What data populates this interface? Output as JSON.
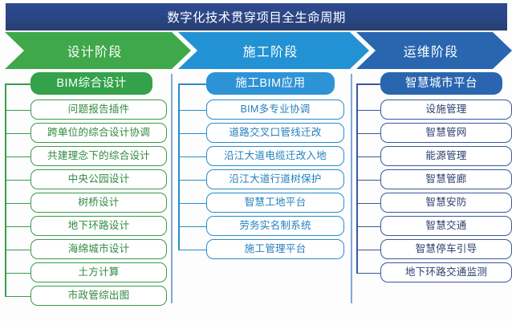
{
  "header": {
    "title": "数字化技术贯穿项目全生命周期",
    "bg_color": "#2b4585",
    "text_color": "#ffffff"
  },
  "phases": [
    {
      "name": "phase-design",
      "label": "设计阶段",
      "color": "#3fa84a"
    },
    {
      "name": "phase-construction",
      "label": "施工阶段",
      "color": "#2392d4"
    },
    {
      "name": "phase-operation",
      "label": "运维阶段",
      "color": "#2a66b0"
    }
  ],
  "columns": [
    {
      "name": "column-design",
      "accent": "#33a24a",
      "head": "BIM综合设计",
      "items": [
        "问题报告插件",
        "跨单位的综合设计协调",
        "共建理念下的综合设计",
        "中央公园设计",
        "树桥设计",
        "地下环路设计",
        "海绵城市设计",
        "土方计算",
        "市政管综出图"
      ]
    },
    {
      "name": "column-construction",
      "accent": "#2a8ccb",
      "head": "施工BIM应用",
      "items": [
        "BIM多专业协调",
        "道路交叉口管线迁改",
        "沿江大道电缆迁改入地",
        "沿江大道行道树保护",
        "智慧工地平台",
        "劳务实名制系统",
        "施工管理平台"
      ]
    },
    {
      "name": "column-operation",
      "accent": "#3a5a9a",
      "head": "智慧城市平台",
      "items": [
        "设施管理",
        "智慧管网",
        "能源管理",
        "智慧管廊",
        "智慧安防",
        "智慧交通",
        "智慧停车引导",
        "地下环路交通监测"
      ]
    }
  ]
}
